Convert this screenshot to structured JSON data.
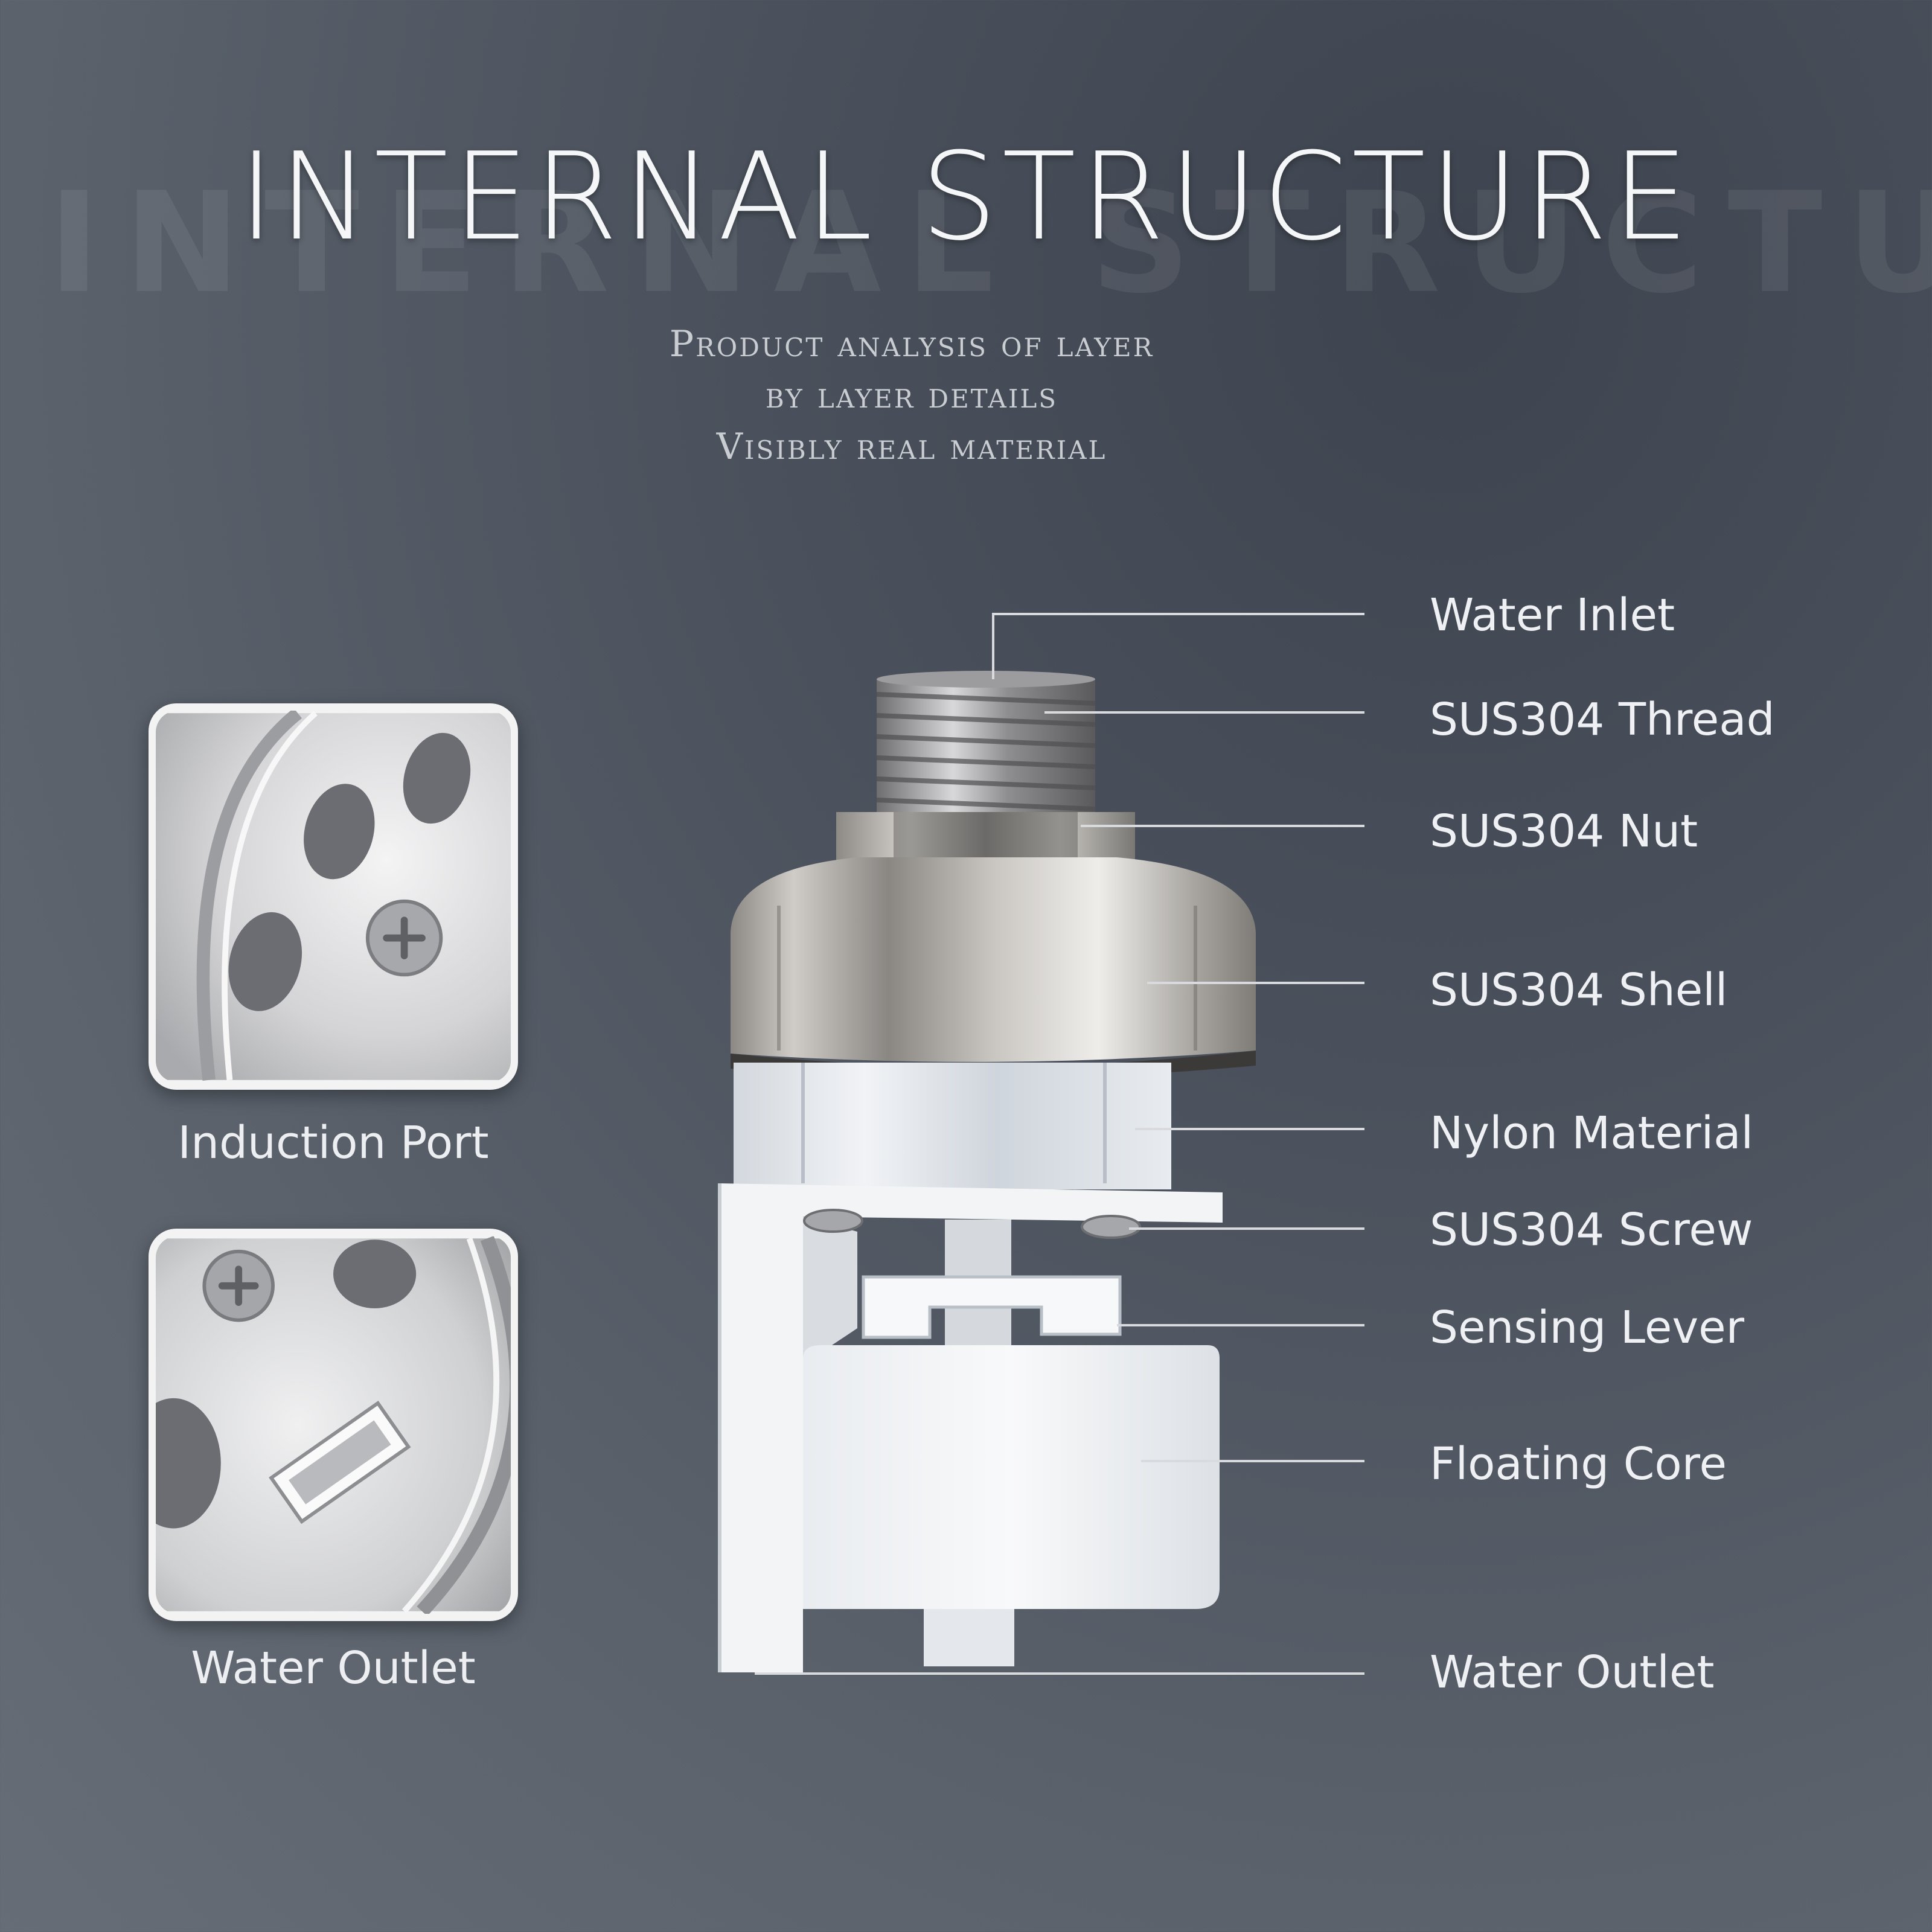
{
  "title": "Internal Structure",
  "subtitle_lines": [
    "Product analysis of layer",
    "by layer details",
    "Visibly real material"
  ],
  "insets": [
    {
      "label": "Induction Port",
      "icon": "induction-port-closeup"
    },
    {
      "label": "Water Outlet",
      "icon": "water-outlet-closeup"
    }
  ],
  "callouts": [
    "Water Inlet",
    "SUS304 Thread",
    "SUS304 Nut",
    "SUS304 Shell",
    "Nylon Material",
    "SUS304 Screw",
    "Sensing Lever",
    "Floating Core",
    "Water Outlet"
  ],
  "colors": {
    "background": "#4a515c",
    "steel": "#b9b9bb",
    "nylon": "#eceff2",
    "leader_line": "#d8dadd"
  }
}
